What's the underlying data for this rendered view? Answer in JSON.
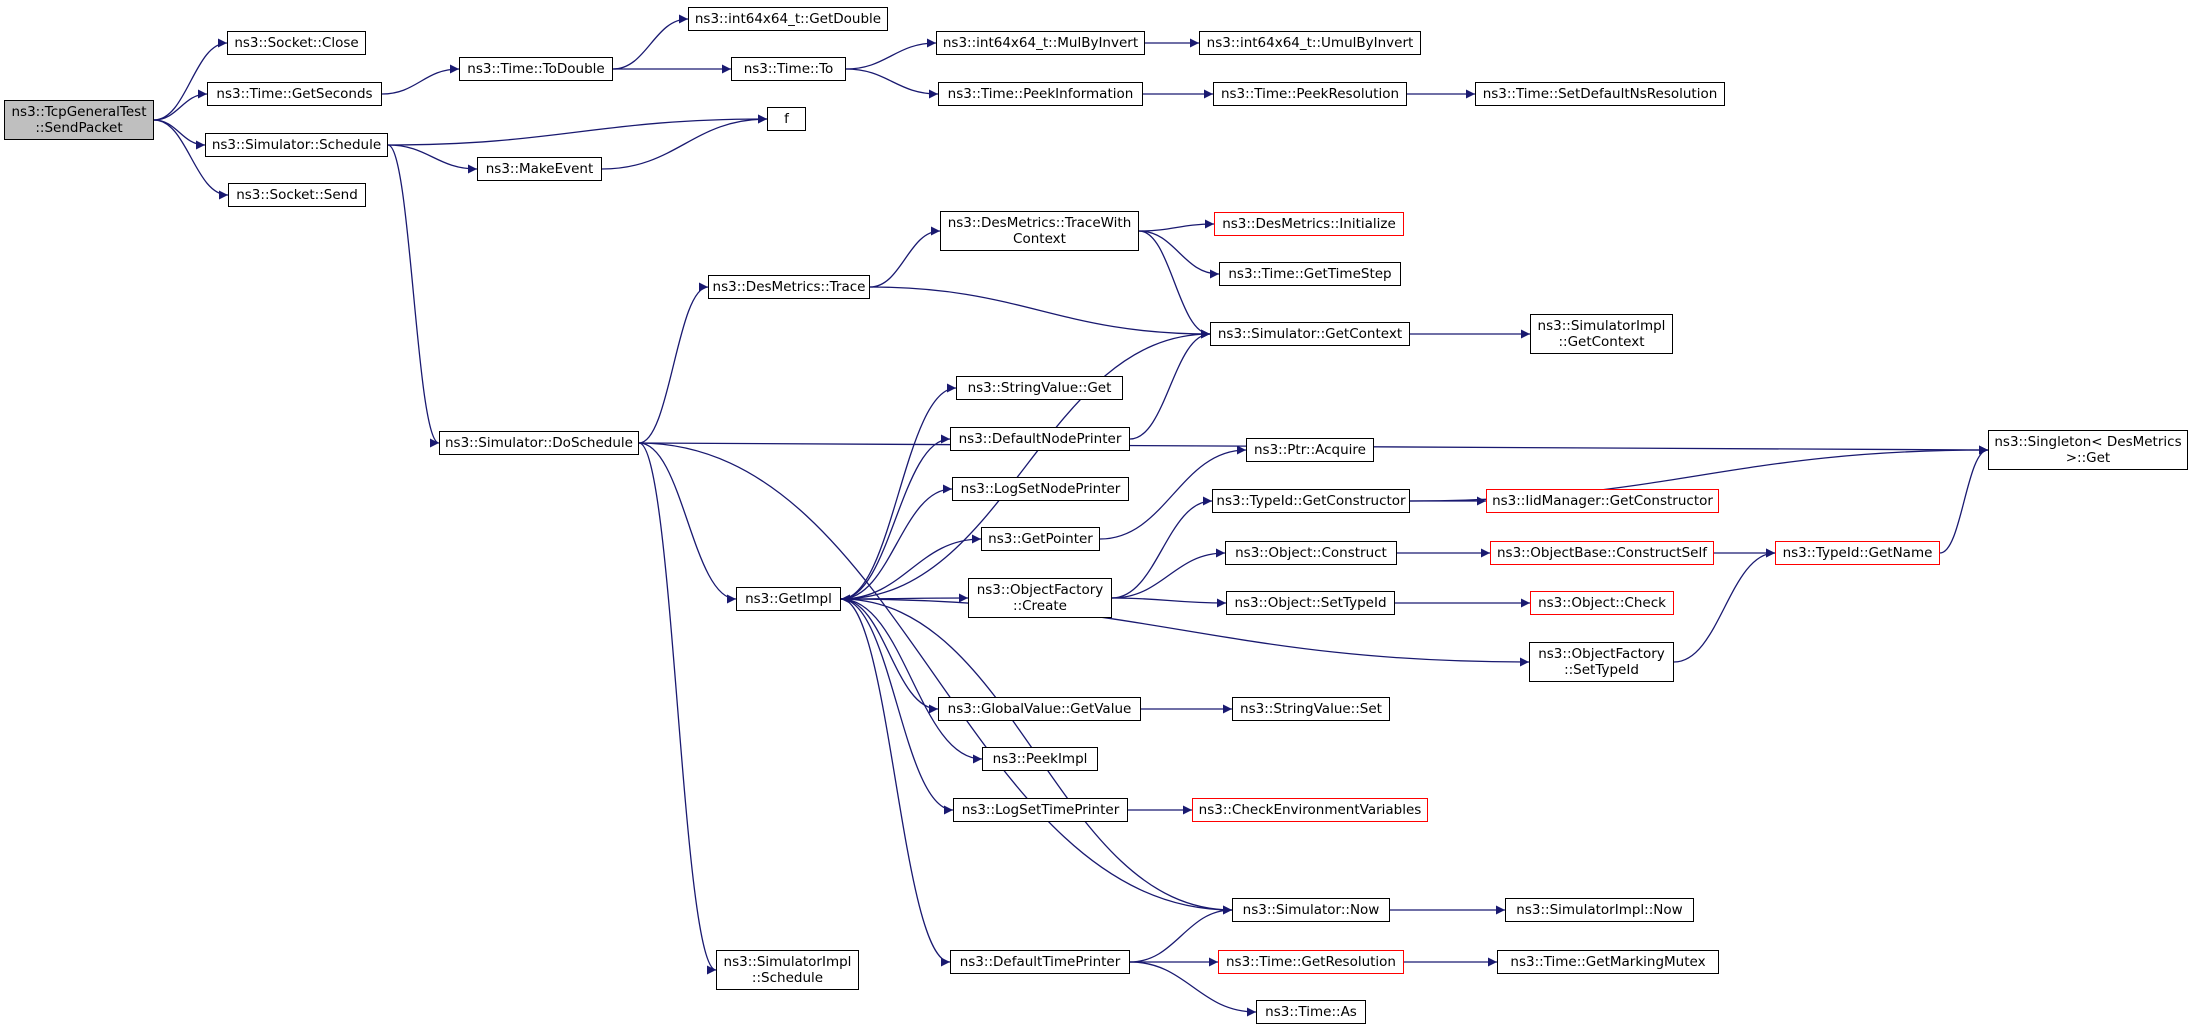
{
  "colors": {
    "edge": "#191970",
    "node_border": "#000000",
    "truncated_border": "#ff0000",
    "root_fill": "#bfbfbf",
    "node_fill": "#ffffff"
  },
  "nodes": [
    {
      "id": "sendpacket",
      "label": "ns3::TcpGeneralTest\n::SendPacket",
      "root": true
    },
    {
      "id": "socket_close",
      "label": "ns3::Socket::Close"
    },
    {
      "id": "time_getseconds",
      "label": "ns3::Time::GetSeconds"
    },
    {
      "id": "sim_schedule",
      "label": "ns3::Simulator::Schedule"
    },
    {
      "id": "socket_send",
      "label": "ns3::Socket::Send"
    },
    {
      "id": "time_todouble",
      "label": "ns3::Time::ToDouble"
    },
    {
      "id": "int64_getdouble",
      "label": "ns3::int64x64_t::GetDouble"
    },
    {
      "id": "time_to",
      "label": "ns3::Time::To"
    },
    {
      "id": "int64_mulbyinvert",
      "label": "ns3::int64x64_t::MulByInvert"
    },
    {
      "id": "int64_umulbyinvert",
      "label": "ns3::int64x64_t::UmulByInvert"
    },
    {
      "id": "time_peekinformation",
      "label": "ns3::Time::PeekInformation"
    },
    {
      "id": "time_peekresolution",
      "label": "ns3::Time::PeekResolution"
    },
    {
      "id": "time_setdefaultns",
      "label": "ns3::Time::SetDefaultNsResolution"
    },
    {
      "id": "f",
      "label": "f"
    },
    {
      "id": "makeevent",
      "label": "ns3::MakeEvent"
    },
    {
      "id": "desmetrics_tracewith",
      "label": "ns3::DesMetrics::TraceWith\nContext"
    },
    {
      "id": "desmetrics_initialize",
      "label": "ns3::DesMetrics::Initialize",
      "truncated": true
    },
    {
      "id": "time_gettimestep",
      "label": "ns3::Time::GetTimeStep"
    },
    {
      "id": "desmetrics_trace",
      "label": "ns3::DesMetrics::Trace"
    },
    {
      "id": "sim_getcontext",
      "label": "ns3::Simulator::GetContext"
    },
    {
      "id": "simimpl_getcontext",
      "label": "ns3::SimulatorImpl\n::GetContext"
    },
    {
      "id": "stringvalue_get",
      "label": "ns3::StringValue::Get"
    },
    {
      "id": "defaultnodeprinter",
      "label": "ns3::DefaultNodePrinter"
    },
    {
      "id": "sim_doschedule",
      "label": "ns3::Simulator::DoSchedule"
    },
    {
      "id": "ptr_acquire",
      "label": "ns3::Ptr::Acquire"
    },
    {
      "id": "singleton_get",
      "label": "ns3::Singleton< DesMetrics\n >::Get"
    },
    {
      "id": "logsetnodeprinter",
      "label": "ns3::LogSetNodePrinter"
    },
    {
      "id": "typeid_getconstructor",
      "label": "ns3::TypeId::GetConstructor"
    },
    {
      "id": "iidmanager_getconstructor",
      "label": "ns3::IidManager::GetConstructor",
      "truncated": true
    },
    {
      "id": "getpointer",
      "label": "ns3::GetPointer"
    },
    {
      "id": "object_construct",
      "label": "ns3::Object::Construct"
    },
    {
      "id": "objectbase_constructself",
      "label": "ns3::ObjectBase::ConstructSelf",
      "truncated": true
    },
    {
      "id": "typeid_getname",
      "label": "ns3::TypeId::GetName",
      "truncated": true
    },
    {
      "id": "getimpl",
      "label": "ns3::GetImpl"
    },
    {
      "id": "objectfactory_create",
      "label": "ns3::ObjectFactory\n::Create"
    },
    {
      "id": "object_settypeid",
      "label": "ns3::Object::SetTypeId"
    },
    {
      "id": "object_check",
      "label": "ns3::Object::Check",
      "truncated": true
    },
    {
      "id": "objectfactory_settypeid",
      "label": "ns3::ObjectFactory\n::SetTypeId"
    },
    {
      "id": "globalvalue_getvalue",
      "label": "ns3::GlobalValue::GetValue"
    },
    {
      "id": "stringvalue_set",
      "label": "ns3::StringValue::Set"
    },
    {
      "id": "peekimpl",
      "label": "ns3::PeekImpl"
    },
    {
      "id": "logsettimeprinter",
      "label": "ns3::LogSetTimePrinter"
    },
    {
      "id": "checkenvvars",
      "label": "ns3::CheckEnvironmentVariables",
      "truncated": true
    },
    {
      "id": "sim_now",
      "label": "ns3::Simulator::Now"
    },
    {
      "id": "simimpl_now",
      "label": "ns3::SimulatorImpl::Now"
    },
    {
      "id": "defaulttimeprinter",
      "label": "ns3::DefaultTimePrinter"
    },
    {
      "id": "time_getresolution",
      "label": "ns3::Time::GetResolution",
      "truncated": true
    },
    {
      "id": "time_getmarkingmutex",
      "label": "ns3::Time::GetMarkingMutex"
    },
    {
      "id": "simimpl_schedule",
      "label": "ns3::SimulatorImpl\n::Schedule"
    },
    {
      "id": "time_as",
      "label": "ns3::Time::As"
    }
  ],
  "edges": [
    [
      "sendpacket",
      "socket_close"
    ],
    [
      "sendpacket",
      "time_getseconds"
    ],
    [
      "sendpacket",
      "sim_schedule"
    ],
    [
      "sendpacket",
      "socket_send"
    ],
    [
      "time_getseconds",
      "time_todouble"
    ],
    [
      "time_todouble",
      "int64_getdouble"
    ],
    [
      "time_todouble",
      "time_to"
    ],
    [
      "time_to",
      "int64_mulbyinvert"
    ],
    [
      "time_to",
      "time_peekinformation"
    ],
    [
      "int64_mulbyinvert",
      "int64_umulbyinvert"
    ],
    [
      "time_peekinformation",
      "time_peekresolution"
    ],
    [
      "time_peekresolution",
      "time_setdefaultns"
    ],
    [
      "sim_schedule",
      "f"
    ],
    [
      "sim_schedule",
      "makeevent"
    ],
    [
      "sim_schedule",
      "sim_doschedule"
    ],
    [
      "makeevent",
      "f"
    ],
    [
      "sim_doschedule",
      "singleton_get"
    ],
    [
      "sim_doschedule",
      "desmetrics_trace"
    ],
    [
      "sim_doschedule",
      "getimpl"
    ],
    [
      "sim_doschedule",
      "sim_now"
    ],
    [
      "sim_doschedule",
      "simimpl_schedule"
    ],
    [
      "desmetrics_trace",
      "desmetrics_tracewith"
    ],
    [
      "desmetrics_trace",
      "sim_getcontext"
    ],
    [
      "desmetrics_tracewith",
      "desmetrics_initialize"
    ],
    [
      "desmetrics_tracewith",
      "time_gettimestep"
    ],
    [
      "desmetrics_tracewith",
      "sim_getcontext"
    ],
    [
      "sim_getcontext",
      "simimpl_getcontext"
    ],
    [
      "sim_getcontext",
      "getimpl"
    ],
    [
      "getimpl",
      "stringvalue_get"
    ],
    [
      "getimpl",
      "defaultnodeprinter"
    ],
    [
      "getimpl",
      "logsetnodeprinter"
    ],
    [
      "getimpl",
      "getpointer"
    ],
    [
      "getimpl",
      "objectfactory_create"
    ],
    [
      "getimpl",
      "objectfactory_settypeid"
    ],
    [
      "getimpl",
      "globalvalue_getvalue"
    ],
    [
      "getimpl",
      "peekimpl"
    ],
    [
      "getimpl",
      "logsettimeprinter"
    ],
    [
      "getimpl",
      "defaulttimeprinter"
    ],
    [
      "defaultnodeprinter",
      "sim_getcontext"
    ],
    [
      "getpointer",
      "ptr_acquire"
    ],
    [
      "objectfactory_create",
      "typeid_getconstructor"
    ],
    [
      "objectfactory_create",
      "object_construct"
    ],
    [
      "objectfactory_create",
      "object_settypeid"
    ],
    [
      "typeid_getconstructor",
      "singleton_get"
    ],
    [
      "typeid_getconstructor",
      "iidmanager_getconstructor"
    ],
    [
      "object_construct",
      "objectbase_constructself"
    ],
    [
      "objectbase_constructself",
      "typeid_getname"
    ],
    [
      "typeid_getname",
      "singleton_get"
    ],
    [
      "object_settypeid",
      "object_check"
    ],
    [
      "objectfactory_settypeid",
      "typeid_getname"
    ],
    [
      "globalvalue_getvalue",
      "stringvalue_set"
    ],
    [
      "logsettimeprinter",
      "checkenvvars"
    ],
    [
      "sim_now",
      "getimpl"
    ],
    [
      "sim_now",
      "simimpl_now"
    ],
    [
      "defaulttimeprinter",
      "sim_now"
    ],
    [
      "defaulttimeprinter",
      "time_getresolution"
    ],
    [
      "defaulttimeprinter",
      "time_as"
    ],
    [
      "time_getresolution",
      "time_getmarkingmutex"
    ]
  ]
}
